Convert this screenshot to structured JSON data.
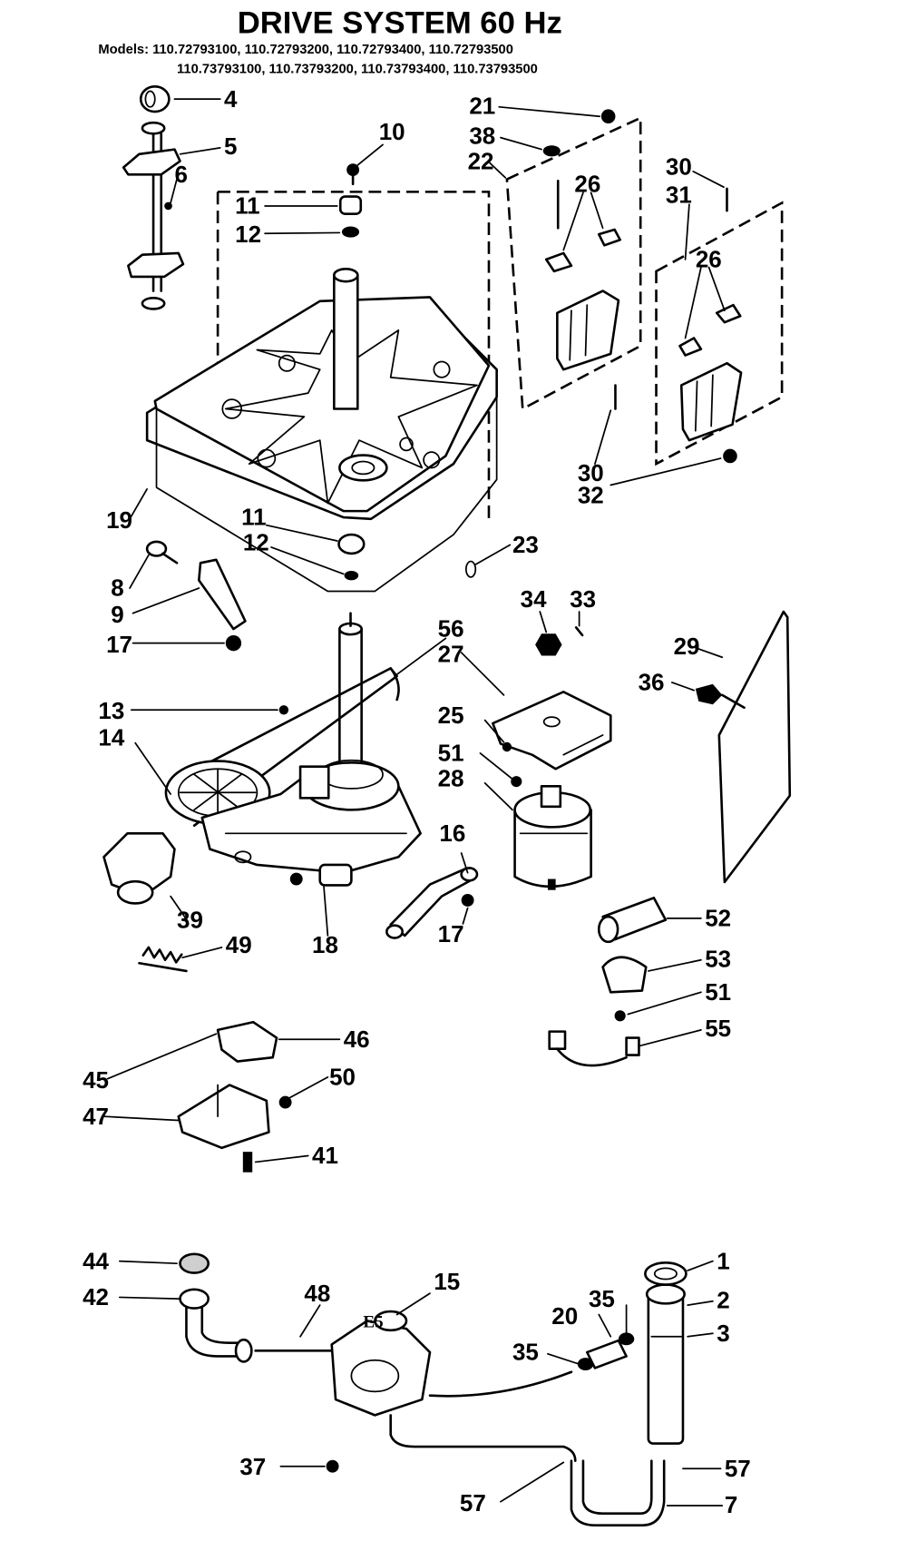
{
  "header": {
    "title": "DRIVE SYSTEM 60 Hz",
    "models_line_1": "Models: 110.72793100, 110.72793200, 110.72793400, 110.72793500",
    "models_line_2": "110.73793100, 110.73793200, 110.73793400, 110.73793500"
  },
  "callouts": {
    "c1": "1",
    "c2": "2",
    "c3": "3",
    "c4": "4",
    "c5": "5",
    "c6": "6",
    "c7": "7",
    "c8": "8",
    "c9": "9",
    "c10": "10",
    "c11a": "11",
    "c11b": "11",
    "c12a": "12",
    "c12b": "12",
    "c13": "13",
    "c14": "14",
    "c15": "15",
    "c16": "16",
    "c17a": "17",
    "c17b": "17",
    "c18": "18",
    "c19": "19",
    "c20": "20",
    "c21": "21",
    "c22": "22",
    "c23": "23",
    "c25": "25",
    "c26a": "26",
    "c26b": "26",
    "c27": "27",
    "c28": "28",
    "c29": "29",
    "c30a": "30",
    "c30b": "30",
    "c31": "31",
    "c32": "32",
    "c33": "33",
    "c34": "34",
    "c35a": "35",
    "c35b": "35",
    "c36": "36",
    "c37": "37",
    "c38": "38",
    "c39": "39",
    "c41": "41",
    "c42": "42",
    "c44": "44",
    "c45": "45",
    "c46": "46",
    "c47": "47",
    "c48": "48",
    "c49": "49",
    "c50": "50",
    "c51a": "51",
    "c51b": "51",
    "c52": "52",
    "c53": "53",
    "c55": "55",
    "c56": "56",
    "c57a": "57",
    "c57b": "57"
  },
  "footer": {
    "page_label": "E5"
  }
}
